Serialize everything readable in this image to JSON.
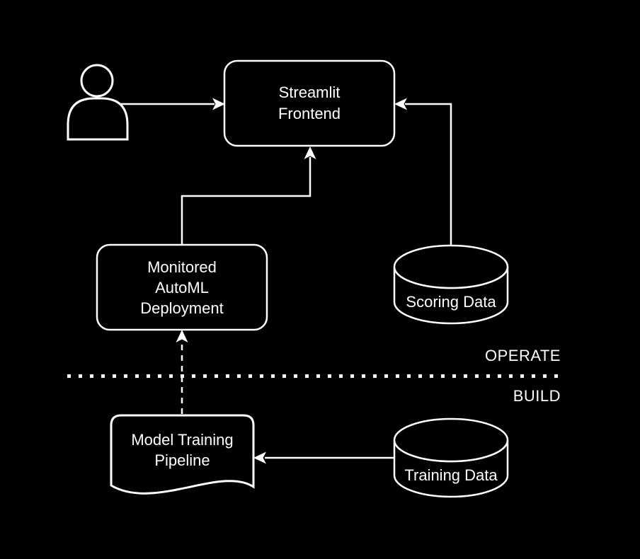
{
  "title": "ML application architecture diagram",
  "colors": {
    "background": "#000000",
    "stroke": "#ffffff",
    "text": "#ffffff"
  },
  "nodes": {
    "user": {
      "shape": "person-figure",
      "label": ""
    },
    "streamlit_frontend": {
      "shape": "rounded-rectangle",
      "label": "Streamlit\nFrontend"
    },
    "monitored_automl_deployment": {
      "shape": "rounded-rectangle",
      "label": "Monitored\nAutoML\nDeployment"
    },
    "scoring_data": {
      "shape": "database-cylinder",
      "label": "Scoring Data"
    },
    "training_data": {
      "shape": "database-cylinder",
      "label": "Training Data"
    },
    "model_training_pipeline": {
      "shape": "document",
      "label": "Model Training\nPipeline"
    }
  },
  "zones": {
    "operate_label": "OPERATE",
    "build_label": "BUILD",
    "divider_style": "dotted-line"
  },
  "edges": [
    {
      "from": "user",
      "to": "streamlit_frontend",
      "style": "solid-arrow"
    },
    {
      "from": "scoring_data",
      "to": "streamlit_frontend",
      "style": "solid-arrow"
    },
    {
      "from": "monitored_automl_deployment",
      "to": "streamlit_frontend",
      "style": "solid-arrow"
    },
    {
      "from": "model_training_pipeline",
      "to": "monitored_automl_deployment",
      "style": "dashed-arrow"
    },
    {
      "from": "training_data",
      "to": "model_training_pipeline",
      "style": "solid-arrow"
    }
  ]
}
